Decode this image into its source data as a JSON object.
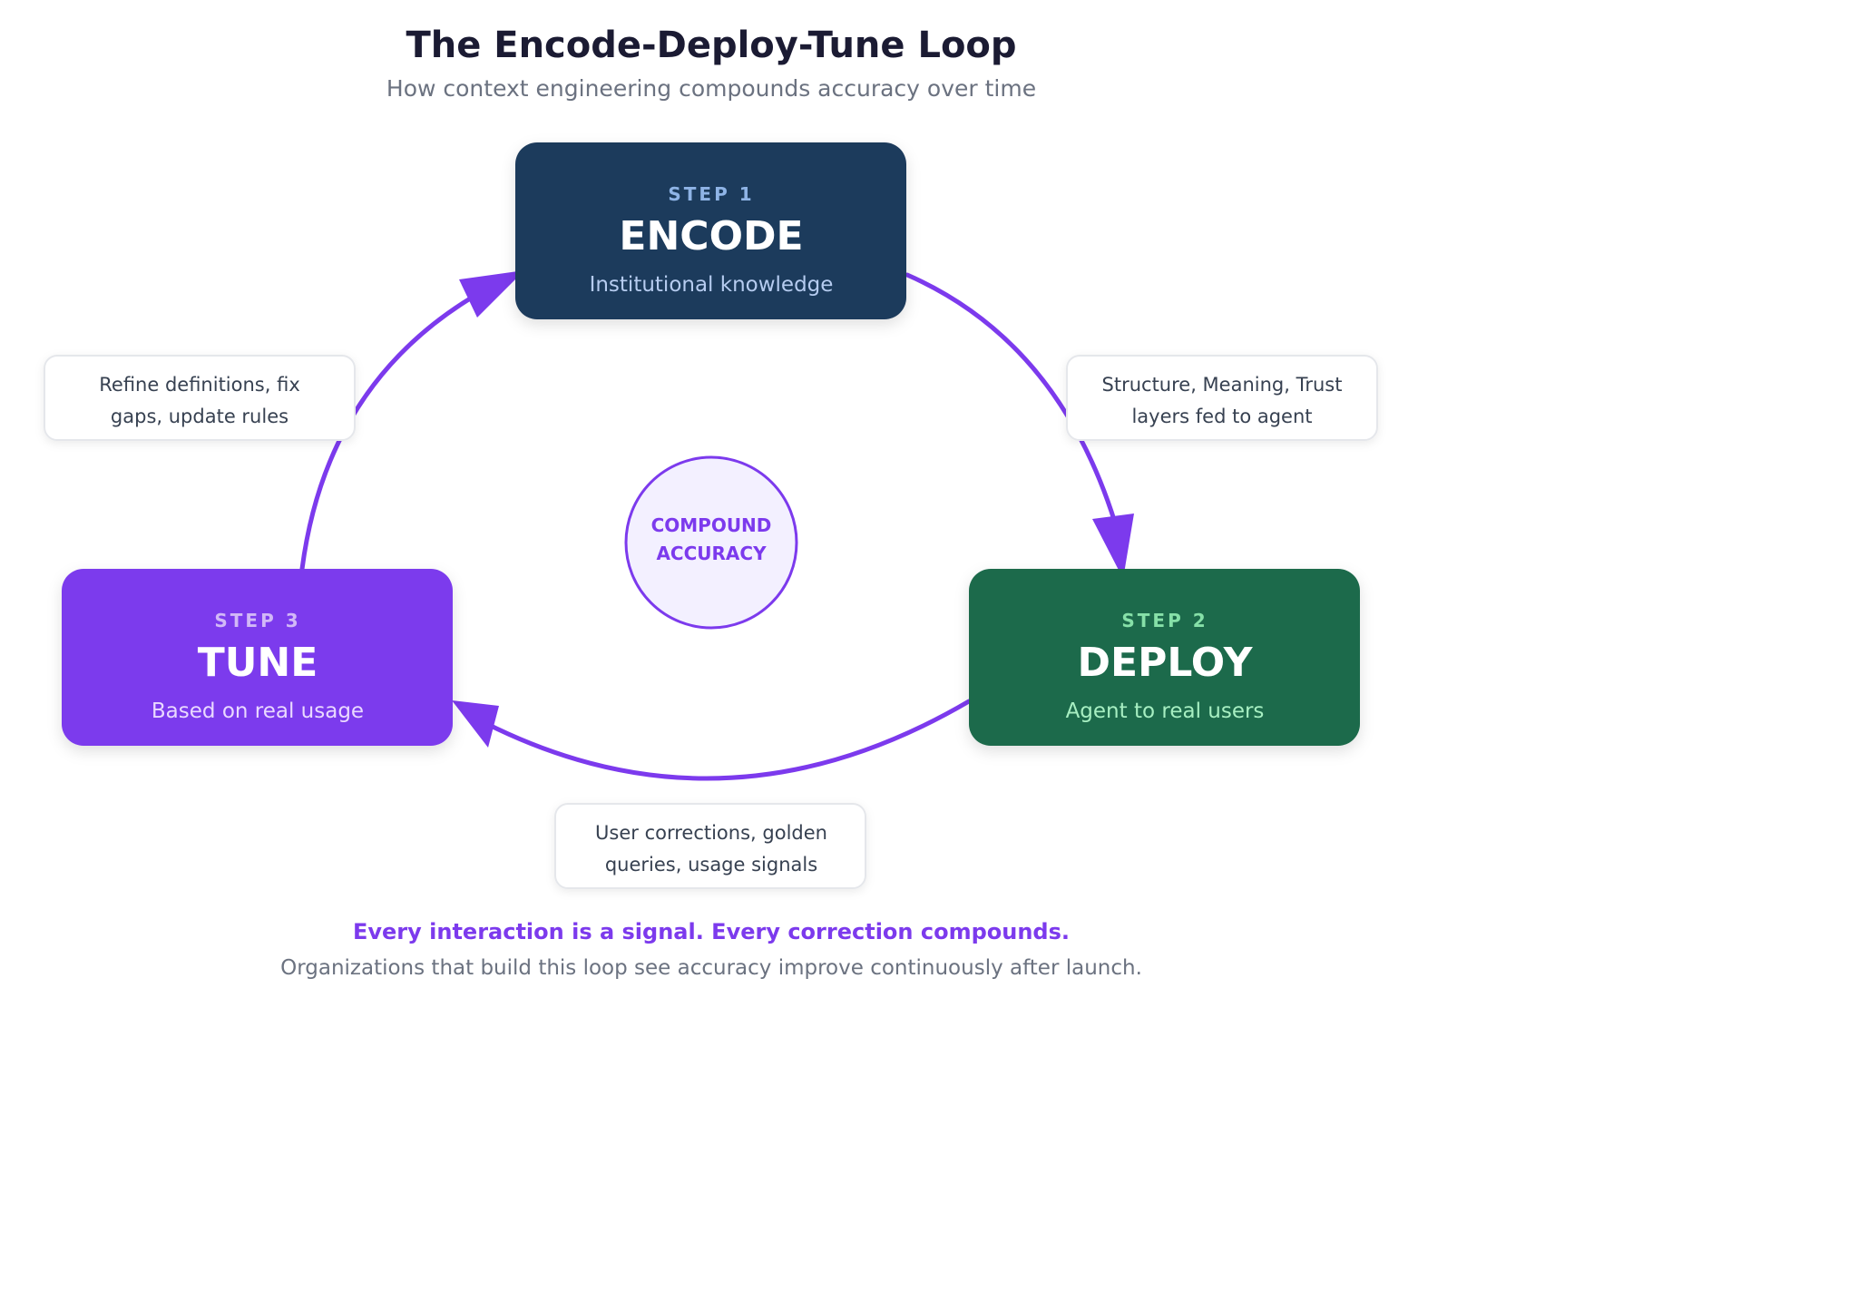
{
  "title": "The Encode-Deploy-Tune Loop",
  "subtitle": "How context engineering compounds accuracy over time",
  "colors": {
    "accent": "#7c3aed",
    "encode_bg": "#1f3a5c",
    "deploy_bg": "#1e6b4c",
    "tune_bg": "#7c3aed",
    "center_fill": "#f3f0ff"
  },
  "steps": [
    {
      "label": "STEP 1",
      "name": "ENCODE",
      "description": "Institutional knowledge"
    },
    {
      "label": "STEP 2",
      "name": "DEPLOY",
      "description": "Agent to real users"
    },
    {
      "label": "STEP 3",
      "name": "TUNE",
      "description": "Based on real usage"
    }
  ],
  "transitions": [
    {
      "lines": [
        "Structure, Meaning, Trust",
        "layers fed to agent"
      ]
    },
    {
      "lines": [
        "User corrections, golden",
        "queries, usage signals"
      ]
    },
    {
      "lines": [
        "Refine definitions, fix",
        "gaps, update rules"
      ]
    }
  ],
  "center": {
    "line1": "COMPOUND",
    "line2": "ACCURACY"
  },
  "tagline": "Every interaction is a signal. Every correction compounds.",
  "footnote": "Organizations that build this loop see accuracy improve continuously after launch."
}
